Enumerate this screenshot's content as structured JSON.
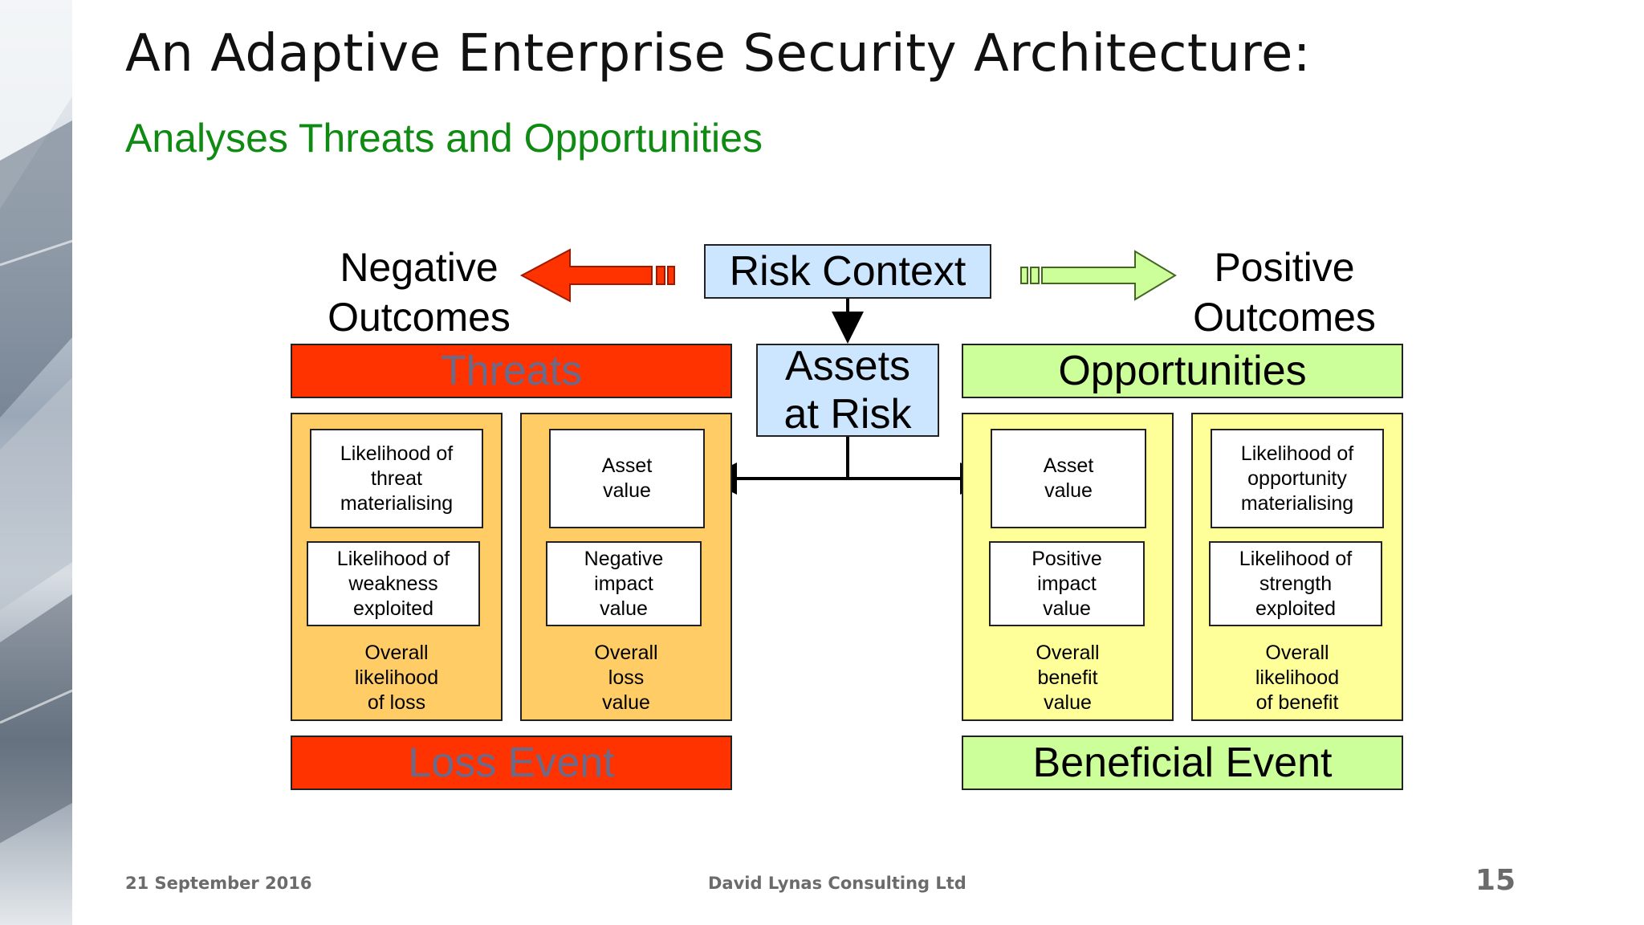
{
  "slide": {
    "title": "An Adaptive Enterprise Security Architecture:",
    "subtitle": "Analyses Threats and Opportunities"
  },
  "diagram": {
    "negative_outcomes": [
      "Negative",
      "Outcomes"
    ],
    "positive_outcomes": [
      "Positive",
      "Outcomes"
    ],
    "risk_context": "Risk Context",
    "assets_at_risk": [
      "Assets",
      "at Risk"
    ],
    "threats": "Threats",
    "opportunities": "Opportunities",
    "loss_event": "Loss Event",
    "beneficial_event": "Beneficial Event",
    "threat_likelihood_panel": {
      "card1": [
        "Likelihood of",
        "threat",
        "materialising"
      ],
      "card2": [
        "Likelihood of",
        "weakness",
        "exploited"
      ],
      "summary": [
        "Overall",
        "likelihood",
        "of loss"
      ]
    },
    "loss_value_panel": {
      "card1": [
        "Asset",
        "value"
      ],
      "card2": [
        "Negative",
        "impact",
        "value"
      ],
      "summary": [
        "Overall",
        "loss",
        "value"
      ]
    },
    "benefit_value_panel": {
      "card1": [
        "Asset",
        "value"
      ],
      "card2": [
        "Positive",
        "impact",
        "value"
      ],
      "summary": [
        "Overall",
        "benefit",
        "value"
      ]
    },
    "opportunity_likelihood_panel": {
      "card1": [
        "Likelihood of",
        "opportunity",
        "materialising"
      ],
      "card2": [
        "Likelihood of",
        "strength",
        "exploited"
      ],
      "summary": [
        "Overall",
        "likelihood",
        "of benefit"
      ]
    },
    "colors": {
      "threat_red": "#ff3300",
      "opportunity_green": "#ccff99",
      "context_blue": "#cce6ff",
      "loss_panel_orange": "#ffcc66",
      "benefit_panel_yellow": "#ffff99",
      "subtitle_green": "#0f8a12"
    }
  },
  "footer": {
    "date": "21 September 2016",
    "company": "David Lynas Consulting Ltd",
    "page": "15"
  }
}
